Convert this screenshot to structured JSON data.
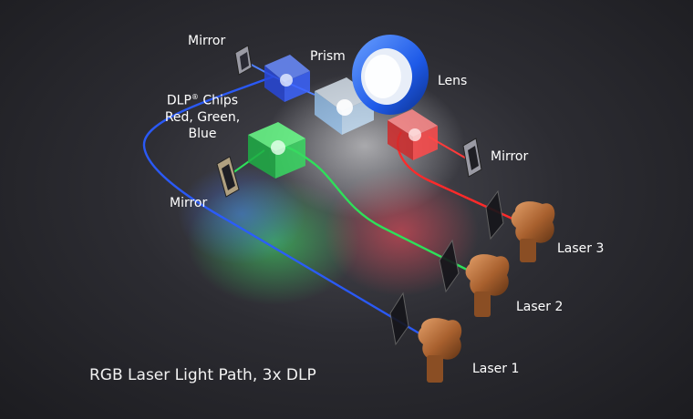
{
  "labels": {
    "mirror_top": "Mirror",
    "prism": "Prism",
    "lens": "Lens",
    "dlp_line1": "DLP",
    "dlp_reg": "®",
    "dlp_line1_rest": " Chips",
    "dlp_line2": "Red, Green,",
    "dlp_line3": "Blue",
    "mirror_right": "Mirror",
    "mirror_left": "Mirror",
    "laser3": "Laser 3",
    "laser2": "Laser 2",
    "laser1": "Laser 1"
  },
  "caption": "RGB Laser Light Path, 3x DLP",
  "colors": {
    "red_beam": "#ff2a2a",
    "green_beam": "#2ee05a",
    "blue_beam": "#2a5cff",
    "laser_body": "#b06a35",
    "lens": "#1e6bff"
  }
}
